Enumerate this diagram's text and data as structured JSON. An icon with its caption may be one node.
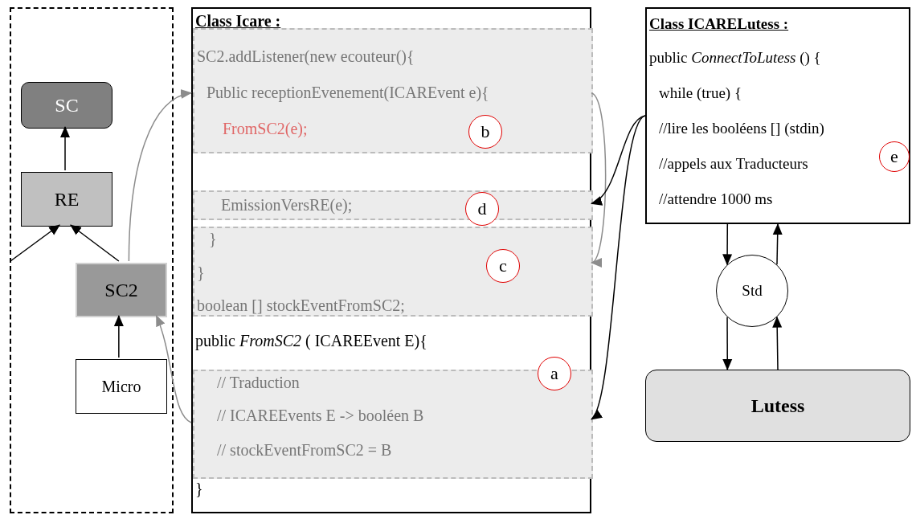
{
  "diagram": {
    "nodes": [
      {
        "text": [],
        "shape": "box"
      },
      {
        "text": [
          "SC"
        ],
        "in": 0
      },
      {
        "text": [
          "RE"
        ],
        "in": 0
      },
      {
        "text": [
          "SC2"
        ],
        "in": 0
      },
      {
        "text": [
          "Micro"
        ],
        "in": 0
      },
      {
        "text": [
          "Class Icare :",
          "public *FromSC2* ( ICAREEvent E){",
          "}"
        ]
      },
      {
        "text": [
          "SC2.addListener(new ecouteur(){",
          "Public receptionEvenement(ICAREvent e){",
          "FromSC2(e);"
        ],
        "in": 5
      },
      {
        "text": [
          "b"
        ],
        "in": 6
      },
      {
        "text": [
          "EmissionVersRE(e);"
        ],
        "in": 5
      },
      {
        "text": [
          "d"
        ],
        "in": 5
      },
      {
        "text": [
          "}",
          "}",
          "boolean [] stockEventFromSC2;"
        ],
        "in": 5
      },
      {
        "text": [
          "c"
        ],
        "in": 10
      },
      {
        "text": [
          "// Traduction",
          "// ICAREEvents E -> booléen B",
          "// stockEventFromSC2 = B"
        ],
        "in": 5
      },
      {
        "text": [
          "a"
        ],
        "in": 5
      },
      {
        "text": [
          "Class ICARELutess :",
          "public *ConnectToLutess* () {",
          "while (true) {",
          "//lire les booléens [] (stdin)",
          "//appels aux Traducteurs",
          "//attendre 1000 ms"
        ]
      },
      {
        "text": [
          "e"
        ],
        "in": 14
      },
      {
        "text": [
          "Std"
        ]
      },
      {
        "text": [
          "Lutess"
        ]
      }
    ],
    "edges": [
      {
        "from": 2,
        "to": 1,
        "arrow": "to"
      },
      {
        "from": 3,
        "to": 2,
        "arrow": "to"
      },
      {
        "from": null,
        "to": 2,
        "arrow": "to"
      },
      {
        "from": 4,
        "to": 3,
        "arrow": "to"
      },
      {
        "from": 12,
        "to": 3,
        "arrow": "to",
        "color": "#8c8c8c"
      },
      {
        "from": 3,
        "to": 6,
        "arrow": "to",
        "color": "#8c8c8c"
      },
      {
        "from": 6,
        "to": 10,
        "arrow": "to",
        "color": "#8c8c8c"
      },
      {
        "from": 14,
        "to": 8,
        "arrow": "to"
      },
      {
        "from": 14,
        "to": 12,
        "arrow": "to"
      },
      {
        "from": 14,
        "to": 16,
        "arrow": "to"
      },
      {
        "from": 16,
        "to": 14,
        "arrow": "to"
      },
      {
        "from": 16,
        "to": 17,
        "arrow": "to"
      },
      {
        "from": 17,
        "to": 16,
        "arrow": "to"
      }
    ]
  }
}
